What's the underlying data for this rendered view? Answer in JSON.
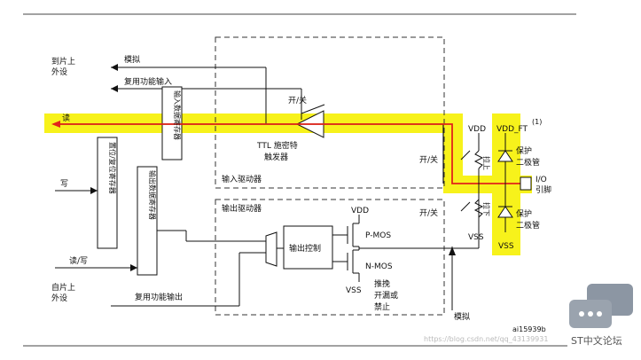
{
  "labels": {
    "chip_periph_in": [
      "到片上",
      "外设"
    ],
    "analog": "模拟",
    "alt_func_input": "复用功能输入",
    "read": "读",
    "input_data_reg": "输入数据寄存器",
    "on_off": "开/关",
    "ttl_schmitt": [
      "TTL 施密特",
      "触发器"
    ],
    "input_driver": "输入驱动器",
    "output_driver": "输出驱动器",
    "write": "写",
    "set_reset_reg": "置位/复位寄存器",
    "output_data_reg": "输出数据寄存器",
    "read_write": "读/写",
    "from_chip_periph": [
      "自片上",
      "外设"
    ],
    "alt_func_output": "复用功能输出",
    "output_control": "输出控制",
    "vdd": "VDD",
    "vss": "VSS",
    "pmos": "P-MOS",
    "nmos": "N-MOS",
    "push_pull": [
      "推挽",
      "开漏或",
      "禁止"
    ],
    "on_off_pu": "开/关",
    "on_off_pd": "开/关",
    "pull_up": "拉上",
    "pull_down": "拉下",
    "vdd_ft": "VDD_FT",
    "footnote_mark": "(1)",
    "protect_diode_top": [
      "保护",
      "二极管"
    ],
    "protect_diode_bottom": [
      "保护",
      "二极管"
    ],
    "io_pin": [
      "I/O",
      "引脚"
    ],
    "vdd_right": "VDD",
    "vss_right": "VSS",
    "vss_pd": "VSS",
    "analog_bottom": "模拟",
    "figure_id": "ai15939b",
    "url_watermark": "https://blog.csdn.net/qq_43139931",
    "forum_name": "ST中文论坛"
  },
  "colors": {
    "highlight": "#f7f21b",
    "signal_path": "#e2231a",
    "line": "#111111",
    "watermark": "#8c96a3"
  }
}
